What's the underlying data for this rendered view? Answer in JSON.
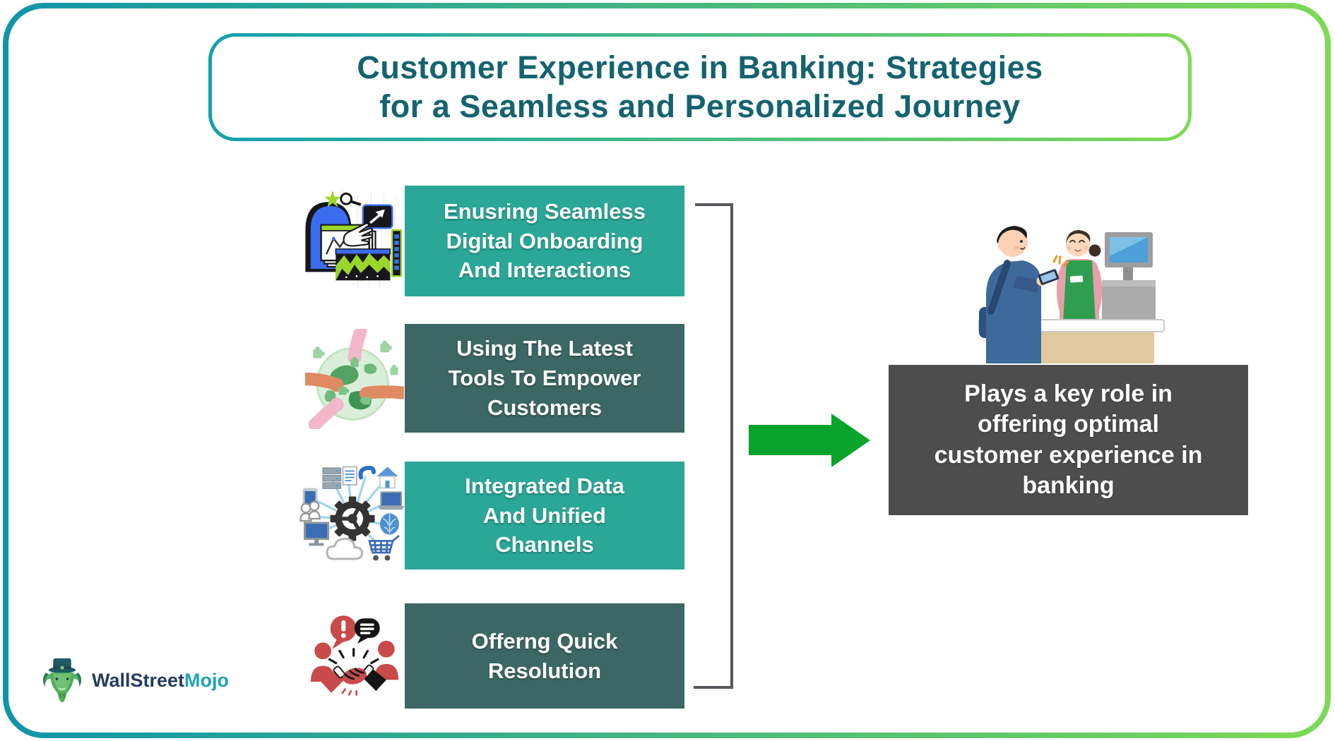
{
  "frame": {
    "gradient_start": "#0f95a9",
    "gradient_end": "#7ed957"
  },
  "title": {
    "lines": [
      "Customer Experience in Banking: Strategies",
      "for a Seamless and Personalized Journey"
    ],
    "color": "#14636f"
  },
  "strategies": [
    {
      "variant": "teal",
      "icon": "digital-onboarding-illustration",
      "lines": [
        "Enusring Seamless",
        "Digital Onboarding",
        "And Interactions"
      ]
    },
    {
      "variant": "dark",
      "icon": "globe-puzzle-hands-illustration",
      "lines": [
        "Using The Latest",
        "Tools To Empower",
        "Customers"
      ]
    },
    {
      "variant": "teal",
      "icon": "connected-devices-gear-illustration",
      "lines": [
        "Integrated Data",
        "And Unified",
        "Channels"
      ]
    },
    {
      "variant": "dark",
      "icon": "people-chat-handshake-illustration",
      "lines": [
        "Offerng Quick",
        "Resolution"
      ]
    }
  ],
  "connector": {
    "bracket_color": "#55585c",
    "arrow_color": "#0aa32b"
  },
  "outcome": {
    "background": "#4d4d4d",
    "lines": [
      "Plays a key role in",
      "offering optimal",
      "customer experience in",
      "banking"
    ]
  },
  "illustration": {
    "name": "customer-showing-phone-to-bank-teller"
  },
  "brand": {
    "primary": "WallStreet",
    "secondary": "Mojo",
    "primary_color": "#253c5f",
    "secondary_color": "#1ba6b2"
  },
  "colors": {
    "teal_box": "#2aa797",
    "dark_box": "#3c6765",
    "title_text": "#14636f",
    "box_text": "#ffffff"
  }
}
